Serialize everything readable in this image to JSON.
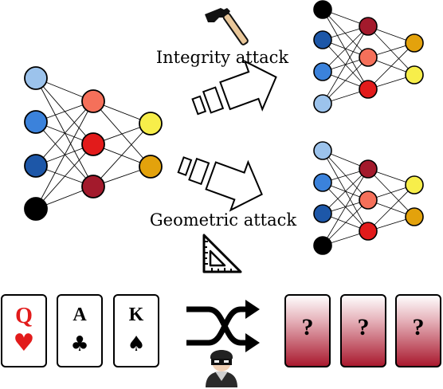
{
  "labels": {
    "integrity_attack": "Integrity attack",
    "geometric_attack": "Geometric attack"
  },
  "colors": {
    "light_blue": "#9cc3ec",
    "mid_blue": "#3b82db",
    "dark_blue": "#1d57a8",
    "black": "#000000",
    "salmon": "#f5705a",
    "red": "#e21b1b",
    "dark_red": "#a31a2c",
    "yellow": "#f7ee4a",
    "orange": "#e3a20c",
    "hidden_card_top": "#ffffff",
    "hidden_card_bottom": "#a8172c"
  },
  "networks": {
    "original": {
      "input": [
        "light_blue",
        "mid_blue",
        "dark_blue",
        "black"
      ],
      "hidden": [
        "salmon",
        "red",
        "dark_red"
      ],
      "output": [
        "yellow",
        "orange"
      ]
    },
    "integrity_attacked": {
      "input": [
        "black",
        "dark_blue",
        "mid_blue",
        "light_blue"
      ],
      "hidden": [
        "dark_red",
        "salmon",
        "red"
      ],
      "output": [
        "orange",
        "yellow"
      ]
    },
    "geometric_attacked": {
      "input": [
        "light_blue",
        "mid_blue",
        "dark_blue",
        "black"
      ],
      "hidden": [
        "dark_red",
        "salmon",
        "red"
      ],
      "output": [
        "yellow",
        "orange"
      ]
    }
  },
  "cards": {
    "visible": [
      {
        "rank": "Q",
        "suit": "♥",
        "color": "#e21b1b"
      },
      {
        "rank": "A",
        "suit": "♣",
        "color": "#000000"
      },
      {
        "rank": "K",
        "suit": "♠",
        "color": "#000000"
      }
    ],
    "hidden": [
      "?",
      "?",
      "?"
    ]
  },
  "icons": {
    "hammer": "hammer-icon",
    "set_square": "set-square-icon",
    "shuffle": "shuffle-icon",
    "thief": "thief-icon"
  }
}
